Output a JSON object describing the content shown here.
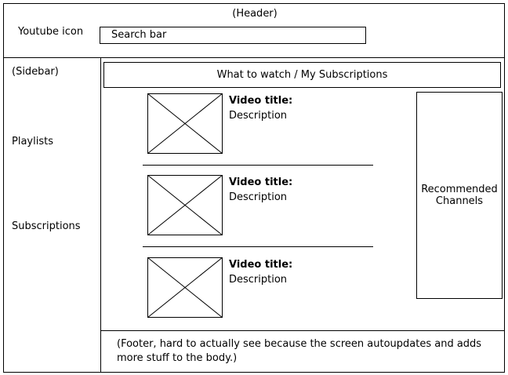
{
  "header": {
    "label": "(Header)",
    "youtube_icon_label": "Youtube icon",
    "search_label": "Search bar"
  },
  "sidebar": {
    "title": "(Sidebar)",
    "items": [
      {
        "label": "Playlists"
      },
      {
        "label": "Subscriptions"
      }
    ]
  },
  "main": {
    "tabs_label": "What to watch / My Subscriptions",
    "videos": [
      {
        "title": "Video title:",
        "description": "Description"
      },
      {
        "title": "Video title:",
        "description": "Description"
      },
      {
        "title": "Video title:",
        "description": "Description"
      }
    ]
  },
  "recommended": {
    "label": "Recommended Channels"
  },
  "footer": {
    "text": "(Footer, hard to actually see because the screen autoupdates and adds more stuff to the body.)"
  }
}
